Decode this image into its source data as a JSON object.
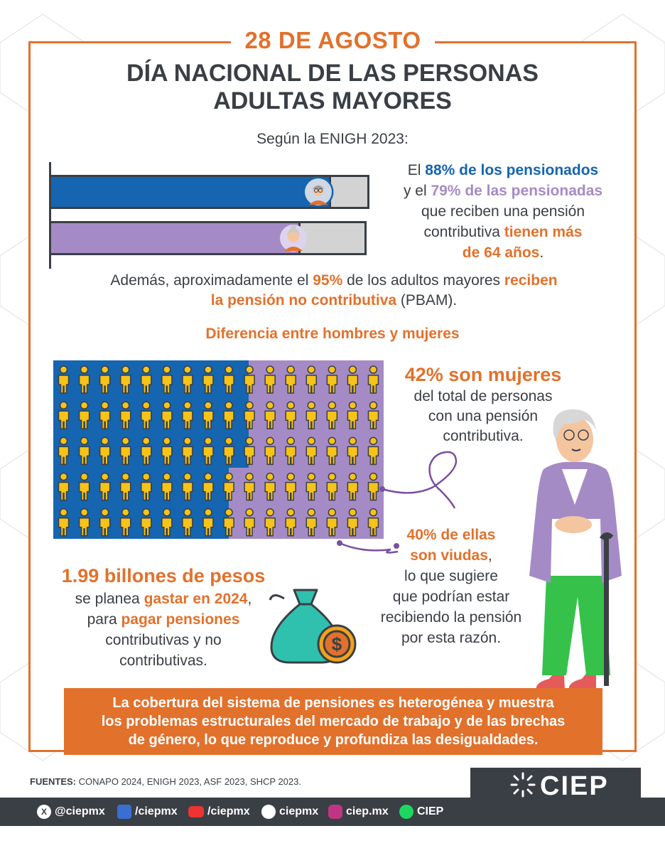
{
  "header": {
    "date": "28 DE AGOSTO",
    "title_line1": "DÍA NACIONAL DE LAS PERSONAS",
    "title_line2": "ADULTAS MAYORES",
    "subtitle": "Según la ENIGH 2023:"
  },
  "bars": {
    "men_share": 0.88,
    "women_share": 0.79,
    "men_color": "#1565b0",
    "women_color": "#a58bc6",
    "men_icon": "elderly-man-icon",
    "women_icon": "elderly-woman-icon"
  },
  "pension_text": {
    "p1": "El ",
    "p1_blue": "88% de los pensionados",
    "p2": "y el ",
    "p2_lav": "79% de las pensionadas",
    "p3": "que reciben una pensión",
    "p4": "contributiva ",
    "p4_org": "tienen más",
    "p5_org": "de 64 años",
    "p5": "."
  },
  "pbam_text": {
    "a": "Además, aproximadamente el ",
    "a_org": "95%",
    "b": " de los adultos mayores ",
    "b_org": "reciben",
    "c_org": "la pensión no contributiva",
    "c": " (PBAM)."
  },
  "section_heading": "Diferencia entre hombres y mujeres",
  "people_grid": {
    "rows": 5,
    "cols": 16,
    "women_share": 0.42,
    "person_icon": "person-icon",
    "person_color": "#f6c318"
  },
  "stat_women": {
    "big": "42% son mujeres",
    "l1": "del total de personas",
    "l2": "con una pensión",
    "l3": "contributiva."
  },
  "stat_widows": {
    "big1": "40% de ellas",
    "big2": "son viudas",
    "comma": ",",
    "l1": "lo que sugiere",
    "l2": "que podrían estar",
    "l3": "recibiendo la pensión",
    "l4": "por esta razón."
  },
  "spending": {
    "big": "1.99 billones de pesos",
    "l1a": "se planea ",
    "l1_org": "gastar en 2024",
    "l1b": ",",
    "l2a": "para ",
    "l2_org": "pagar pensiones",
    "l3": "contributivas y no",
    "l4": "contributivas.",
    "icon": "money-bag-icon"
  },
  "banner": {
    "l1": "La cobertura del sistema de pensiones es heterogénea y muestra",
    "l2": "los problemas estructurales del mercado de trabajo y de las brechas",
    "l3": "de género, lo que reproduce y profundiza las desigualdades."
  },
  "sources": {
    "label": "FUENTES:",
    "text": " CONAPO 2024, ENIGH 2023, ASF 2023, SHCP 2023."
  },
  "logo": "CIEP",
  "social": [
    {
      "icon": "x-icon",
      "label": "@ciepmx"
    },
    {
      "icon": "facebook-icon",
      "label": "/ciepmx"
    },
    {
      "icon": "youtube-icon",
      "label": "/ciepmx"
    },
    {
      "icon": "tiktok-icon",
      "label": "ciepmx"
    },
    {
      "icon": "instagram-icon",
      "label": "ciep.mx"
    },
    {
      "icon": "spotify-icon",
      "label": "CIEP"
    }
  ],
  "colors": {
    "accent": "#e2712c",
    "dark": "#3a3f45",
    "blue": "#1565b0",
    "lavender": "#a58bc6"
  }
}
